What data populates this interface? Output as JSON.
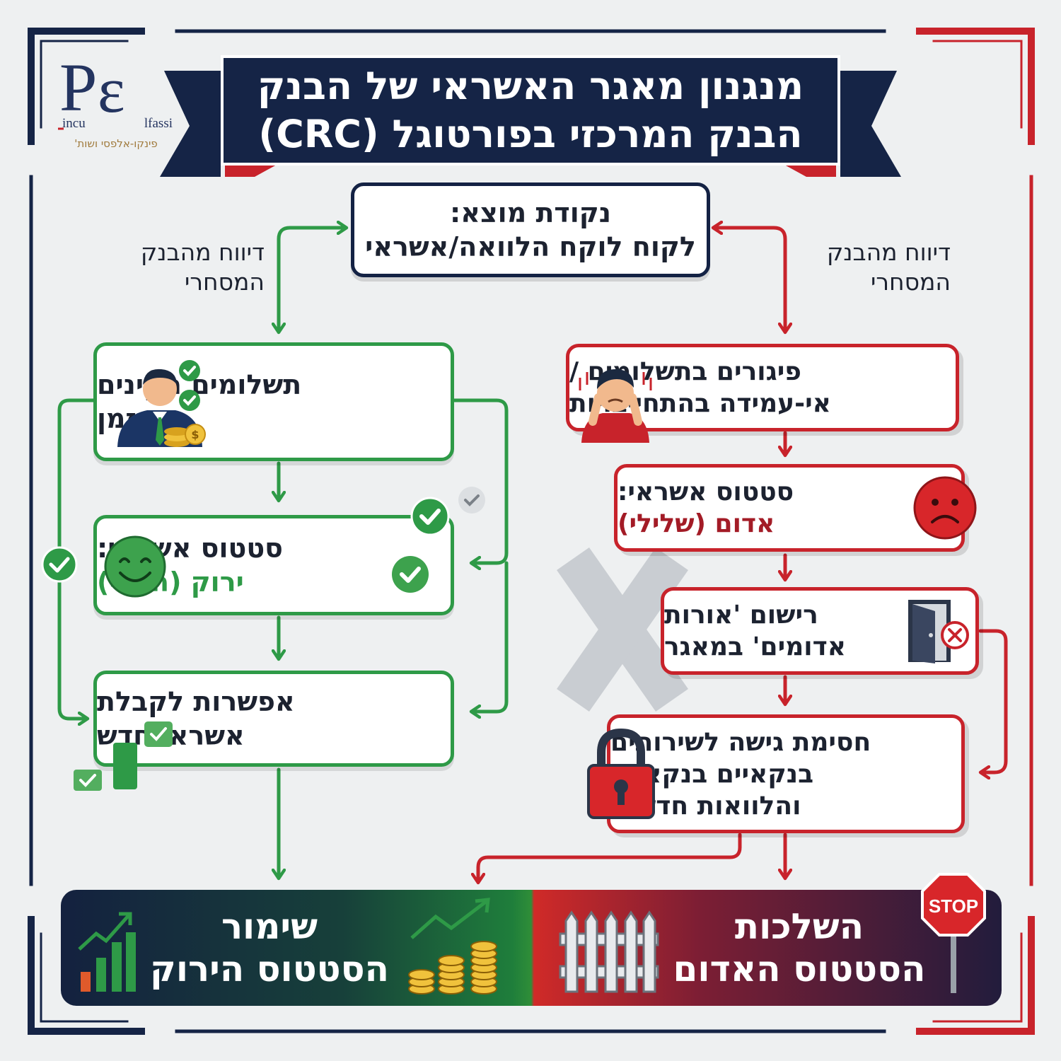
{
  "title": {
    "line1": "מנגנון מאגר האשראי של הבנק",
    "line2": "הבנק המרכזי בפורטוגל (CRC)"
  },
  "logo": {
    "name": "Pincu Elfassi",
    "name_left": "incu",
    "name_right": "lfassi",
    "subtitle": "פינקו-אלפסי ושות'"
  },
  "start": {
    "line1": "נקודת מוצא:",
    "line2": "לקוח לוקח הלוואה/אשראי"
  },
  "report_left": {
    "line1": "דיווח מהבנק",
    "line2": "המסחרי"
  },
  "report_right": {
    "line1": "דיווח מהבנק",
    "line2": "המסחרי"
  },
  "green_path": {
    "payments": {
      "line1": "תשלומים תקינים",
      "line2": "בזמן"
    },
    "status": {
      "line1": "סטטוס אשראי:",
      "line2": "ירוק (חיובי)"
    },
    "new_credit": {
      "line1": "אפשרות לקבלת",
      "line2": "אשראי חדש"
    }
  },
  "red_path": {
    "arrears": {
      "line1": "פיגורים בתשלומים /",
      "line2": "אי-עמידה בהתחייבויות"
    },
    "status": {
      "line1": "סטטוס אשראי:",
      "line2": "אדום (שלילי)"
    },
    "registry": {
      "line1": "רישום 'אורות",
      "line2": "אדומים' במאגר"
    },
    "blocking": {
      "line1": "חסימת גישה לשירותים",
      "line2": "בנקאיים בנקאיים",
      "line3": "והלוואות חדשות"
    }
  },
  "bottom": {
    "green": {
      "line1": "שימור",
      "line2": "הסטטוס הירוק"
    },
    "red": {
      "line1": "השלכות",
      "line2": "הסטטוס האדום"
    },
    "stop_sign": "STOP"
  },
  "colors": {
    "green": "#2e9a47",
    "red": "#c8232b",
    "navy": "#152446",
    "background": "#eef0f1"
  },
  "icons": [
    "businessman-icon",
    "check-icon",
    "coins-icon",
    "smiley-happy-icon",
    "stressed-person-icon",
    "sad-face-icon",
    "door-x-icon",
    "padlock-icon",
    "growth-chart-icon",
    "coins-growth-icon",
    "fence-icon",
    "stop-sign-icon",
    "large-x-mark"
  ]
}
